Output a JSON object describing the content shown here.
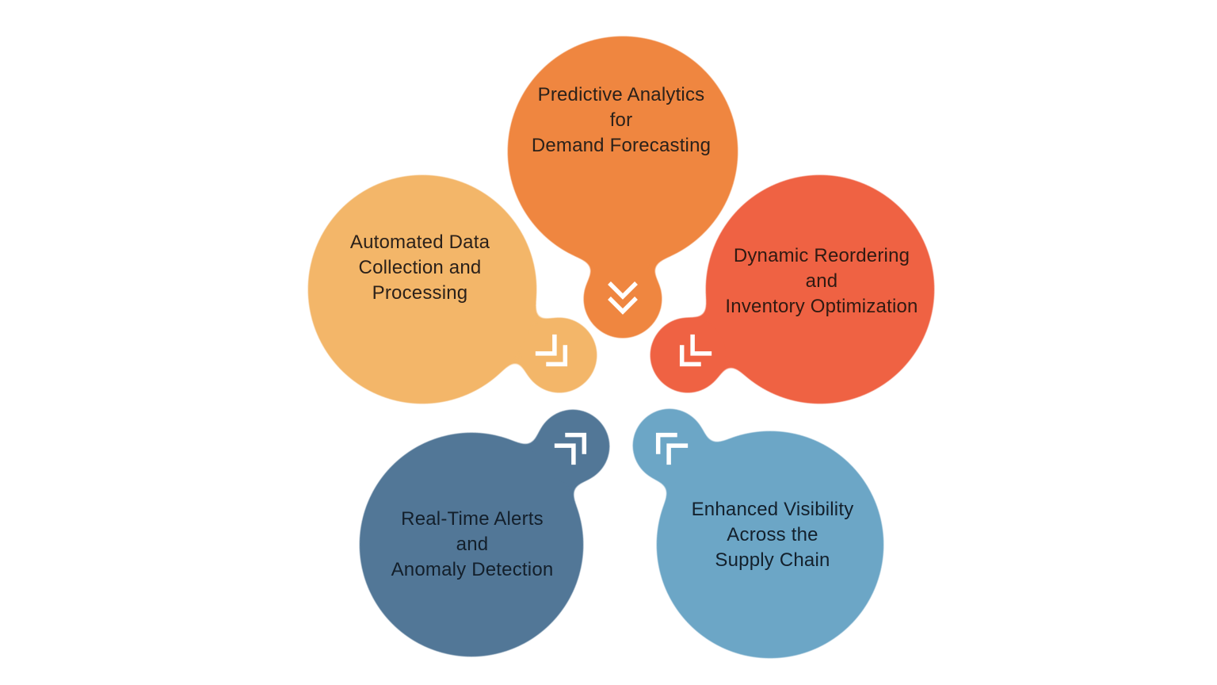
{
  "canvas": {
    "background_color": "#ffffff",
    "icon_color": "#ffffff"
  },
  "bubbles": [
    {
      "id": "predictive-analytics",
      "lines": [
        "Predictive Analytics",
        "for",
        "Demand Forecasting"
      ],
      "color": "#EF8640",
      "text_color": "#2b211a",
      "icon": "double-chevron-down"
    },
    {
      "id": "automated-data",
      "lines": [
        "Automated Data",
        "Collection and",
        "Processing"
      ],
      "color": "#F3B669",
      "text_color": "#2b211a",
      "icon": "double-chevron-down-right"
    },
    {
      "id": "dynamic-reordering",
      "lines": [
        "Dynamic Reordering",
        "and",
        "Inventory Optimization"
      ],
      "color": "#EF6243",
      "text_color": "#301a12",
      "icon": "double-chevron-down-left"
    },
    {
      "id": "real-time-alerts",
      "lines": [
        "Real-Time Alerts",
        "and",
        "Anomaly Detection"
      ],
      "color": "#527797",
      "text_color": "#131f2b",
      "icon": "double-chevron-up-right"
    },
    {
      "id": "enhanced-visibility",
      "lines": [
        "Enhanced Visibility",
        "Across the",
        "Supply Chain"
      ],
      "color": "#6CA6C6",
      "text_color": "#13202c",
      "icon": "double-chevron-up-left"
    }
  ]
}
